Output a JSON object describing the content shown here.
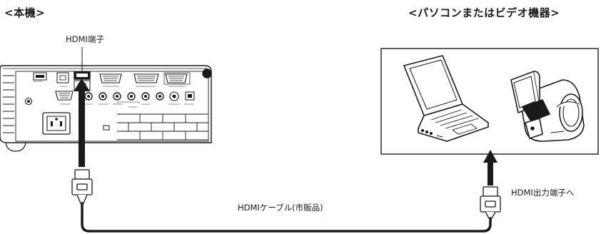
{
  "projector": {
    "heading": "<本機>",
    "hdmi_terminal_label": "HDMI端子"
  },
  "source_device": {
    "heading": "<パソコンまたはビデオ機器>",
    "hdmi_output_label": "HDMI出力端子へ"
  },
  "cable": {
    "label": "HDMIケーブル(市販品)"
  },
  "icons": [
    "projector-rear-panel-icon",
    "laptop-icon",
    "video-camera-icon",
    "hdmi-plug-icon",
    "arrow-up-icon"
  ],
  "colors": {
    "line": "#1a1a1a",
    "background": "#ffffff"
  }
}
